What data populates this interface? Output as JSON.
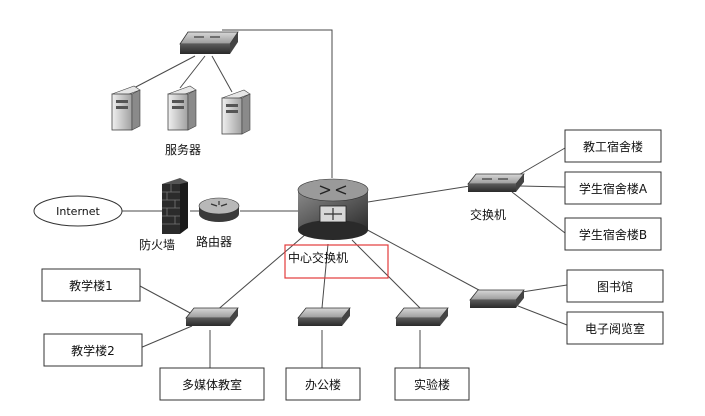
{
  "nodes": {
    "server_label": "服务器",
    "internet": "Internet",
    "firewall": "防火墙",
    "router": "路由器",
    "core_switch": "中心交换机",
    "switch_right": "交换机",
    "dorm_staff": "教工宿舍楼",
    "dorm_a": "学生宿舍楼A",
    "dorm_b": "学生宿舍楼B",
    "library": "图书馆",
    "e_reading": "电子阅览室",
    "teach1": "教学楼1",
    "teach2": "教学楼2",
    "multimedia": "多媒体教室",
    "office": "办公楼",
    "lab": "实验楼"
  },
  "colors": {
    "highlight": "#e23b3b",
    "device_dark": "#3a3a3a",
    "device_light": "#c8c8c8"
  }
}
